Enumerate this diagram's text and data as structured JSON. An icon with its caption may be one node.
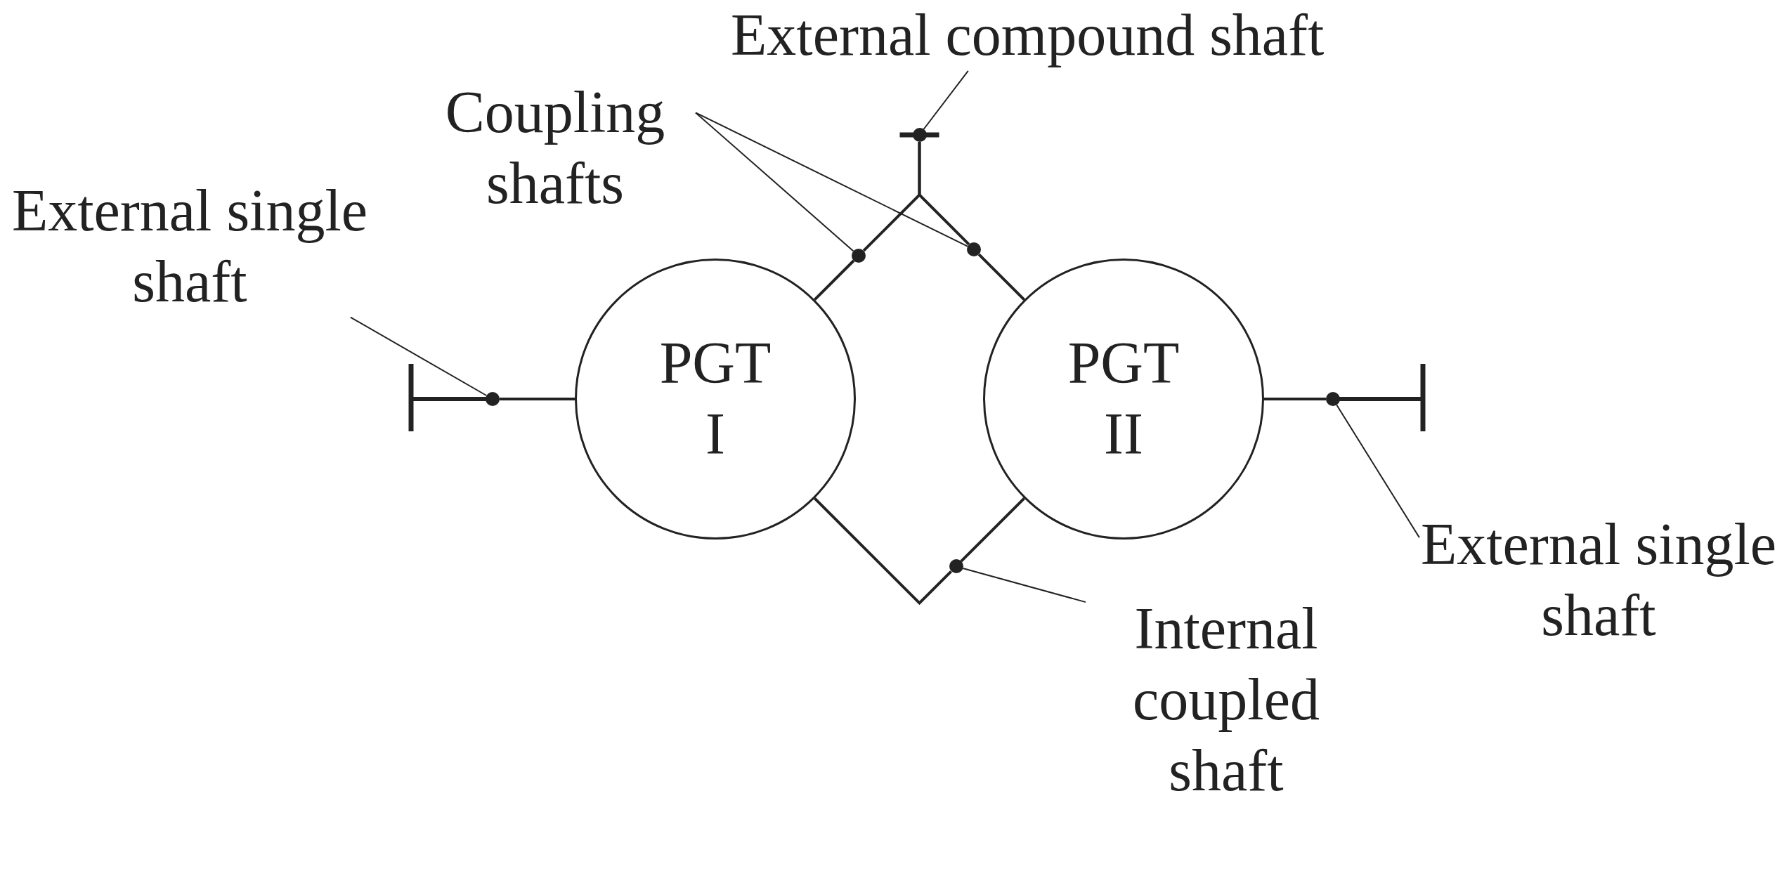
{
  "diagram": {
    "nodes": [
      {
        "text": [
          "PGT I"
        ]
      },
      {
        "text": [
          "PGT II"
        ]
      },
      {
        "text": [
          "External single shaft"
        ]
      },
      {
        "text": [
          "Coupling shafts"
        ]
      },
      {
        "text": [
          "External compound shaft"
        ]
      },
      {
        "text": [
          "External single shaft"
        ]
      },
      {
        "text": [
          "Internal coupled shaft"
        ]
      },
      {
        "text": [],
        "shape": "circle"
      },
      {
        "text": [],
        "shape": "circle"
      },
      {
        "text": [],
        "shape": "circle"
      },
      {
        "text": [],
        "shape": "circle"
      },
      {
        "text": [],
        "shape": "circle"
      },
      {
        "text": [],
        "shape": "circle"
      }
    ],
    "edges": [
      {
        "from": 0,
        "to": 10,
        "arrow": "none"
      },
      {
        "from": 10,
        "to": 1,
        "arrow": "none"
      },
      {
        "from": 0,
        "to": 7,
        "arrow": "none"
      },
      {
        "from": 0,
        "to": 8,
        "arrow": "none"
      },
      {
        "from": 8,
        "to": 9,
        "arrow": "none"
      },
      {
        "from": 1,
        "to": 11,
        "arrow": "none"
      },
      {
        "from": 11,
        "to": 9,
        "arrow": "none"
      },
      {
        "from": 1,
        "to": 12,
        "arrow": "none"
      },
      {
        "from": 2,
        "to": 7,
        "arrow": "none"
      },
      {
        "from": 3,
        "to": 8,
        "arrow": "none"
      },
      {
        "from": 3,
        "to": 11,
        "arrow": "none"
      },
      {
        "from": 4,
        "to": 9,
        "arrow": "none"
      },
      {
        "from": 5,
        "to": 12,
        "arrow": "none"
      },
      {
        "from": 6,
        "to": 10,
        "arrow": "none"
      }
    ]
  }
}
